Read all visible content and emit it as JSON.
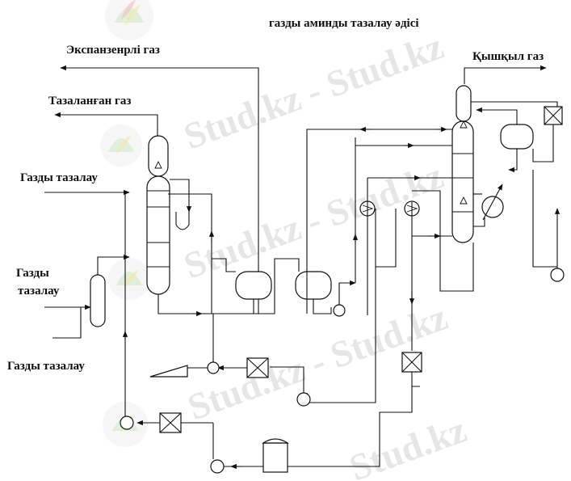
{
  "title": "газды аминды тазалау әдісі",
  "labels": {
    "expansion_gas": "Экспанзенрлі газ",
    "purified_gas": "Тазаланған газ",
    "gas_cleaning_1": "Газды тазалау",
    "gas_cleaning_2_line1": "Газды",
    "gas_cleaning_2_line2": "тазалау",
    "gas_cleaning_3": "Газды тазалау",
    "acid_gas": "Қышқыл газ"
  },
  "watermark": {
    "text": "Stud.kz - Stud.kz",
    "text_short": "Stud.kz"
  },
  "colors": {
    "line": "#111111",
    "watermark": "#e6e6e6",
    "logo_green": "#cfe8c4",
    "logo_yellow": "#f4e7a8",
    "logo_red": "#f1c6c0"
  }
}
